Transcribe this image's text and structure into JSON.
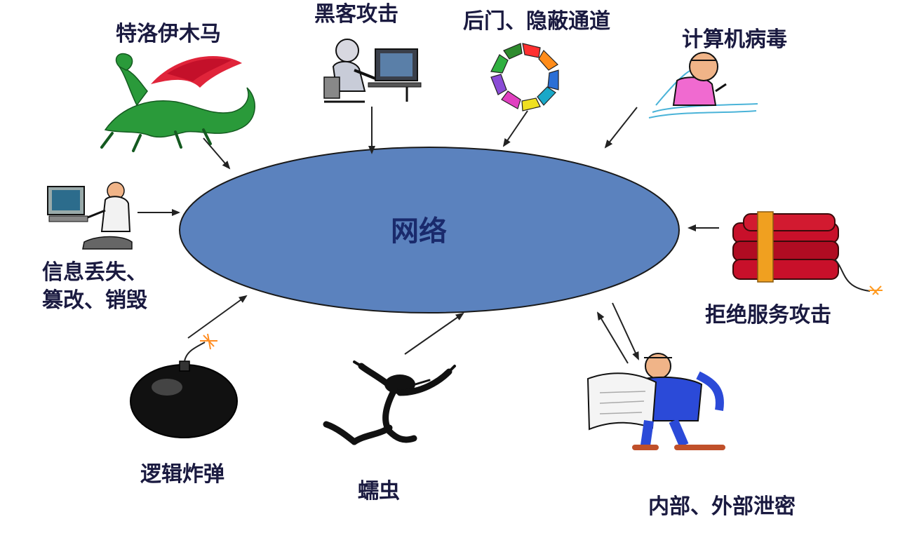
{
  "center": {
    "label": "网络"
  },
  "threats": {
    "trojan": "特洛伊木马",
    "hacker": "黑客攻击",
    "backdoor": "后门、隐蔽通道",
    "virus": "计算机病毒",
    "info_loss_line1": "信息丢失、",
    "info_loss_line2": "篡改、销毁",
    "dos": "拒绝服务攻击",
    "logic_bomb": "逻辑炸弹",
    "worm": "蠕虫",
    "leak": "内部、外部泄密"
  },
  "colors": {
    "ellipse_fill": "#5b82be",
    "ellipse_stroke": "#1a1a1a",
    "label_text": "#1a1a40",
    "center_text": "#1a2a6c",
    "arrow": "#222222"
  },
  "icons": [
    "dragon-icon",
    "hacker-computer-icon",
    "cycle-arrows-icon",
    "sick-person-icon",
    "office-worker-icon",
    "dynamite-icon",
    "bomb-icon",
    "worm-figure-icon",
    "reading-man-icon"
  ]
}
